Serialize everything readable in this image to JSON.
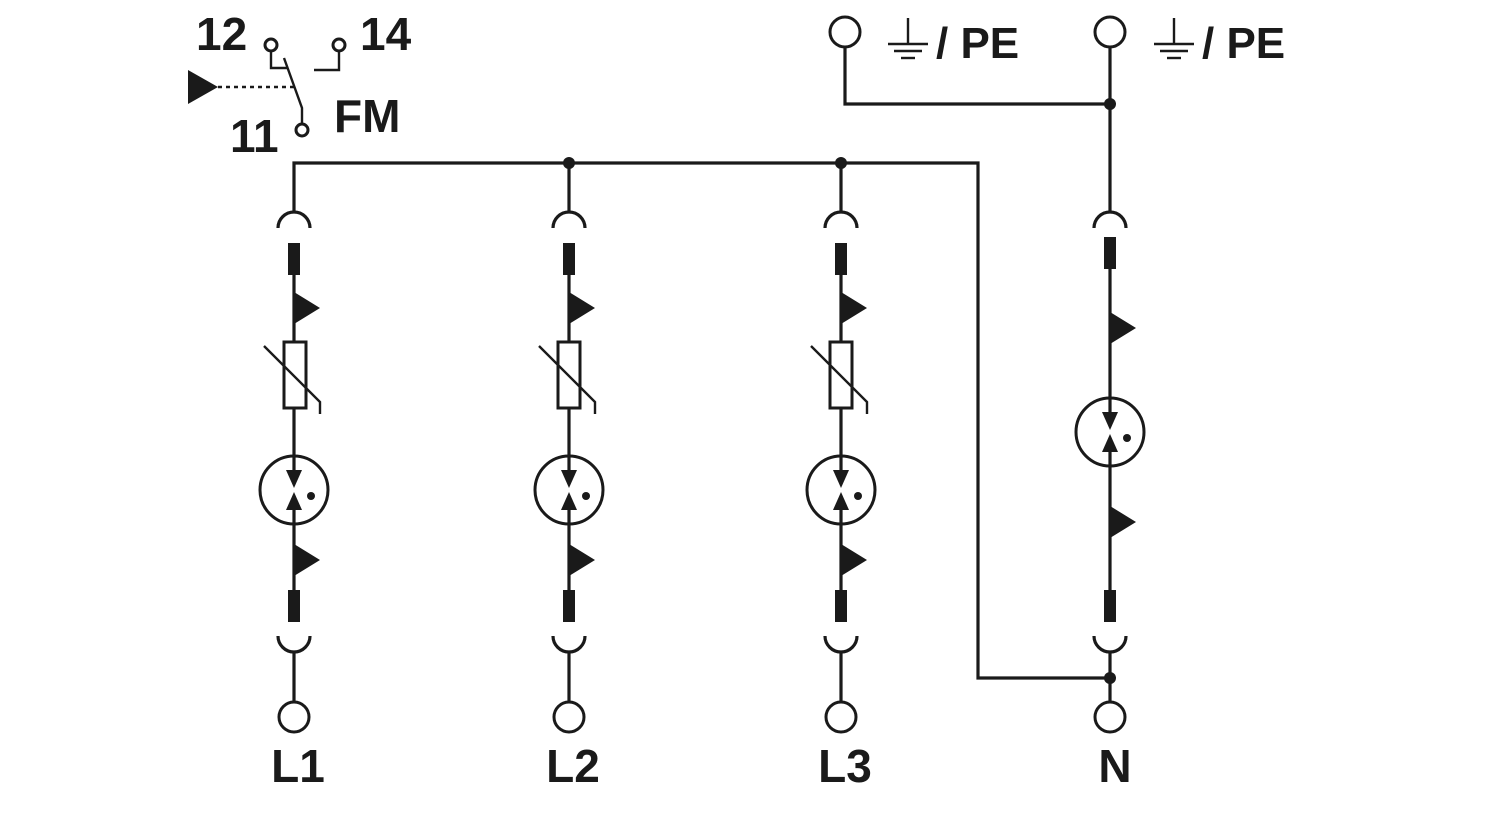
{
  "contact": {
    "terminal_12": "12",
    "terminal_14": "14",
    "terminal_11": "11",
    "label": "FM"
  },
  "ground_terminals": [
    {
      "label": "/ PE"
    },
    {
      "label": "/ PE"
    }
  ],
  "lines": [
    {
      "label": "L1",
      "varistor": true
    },
    {
      "label": "L2",
      "varistor": true
    },
    {
      "label": "L3",
      "varistor": true
    },
    {
      "label": "N",
      "varistor": false
    }
  ],
  "colors": {
    "ink": "#1a1a1a",
    "background": "#ffffff"
  }
}
